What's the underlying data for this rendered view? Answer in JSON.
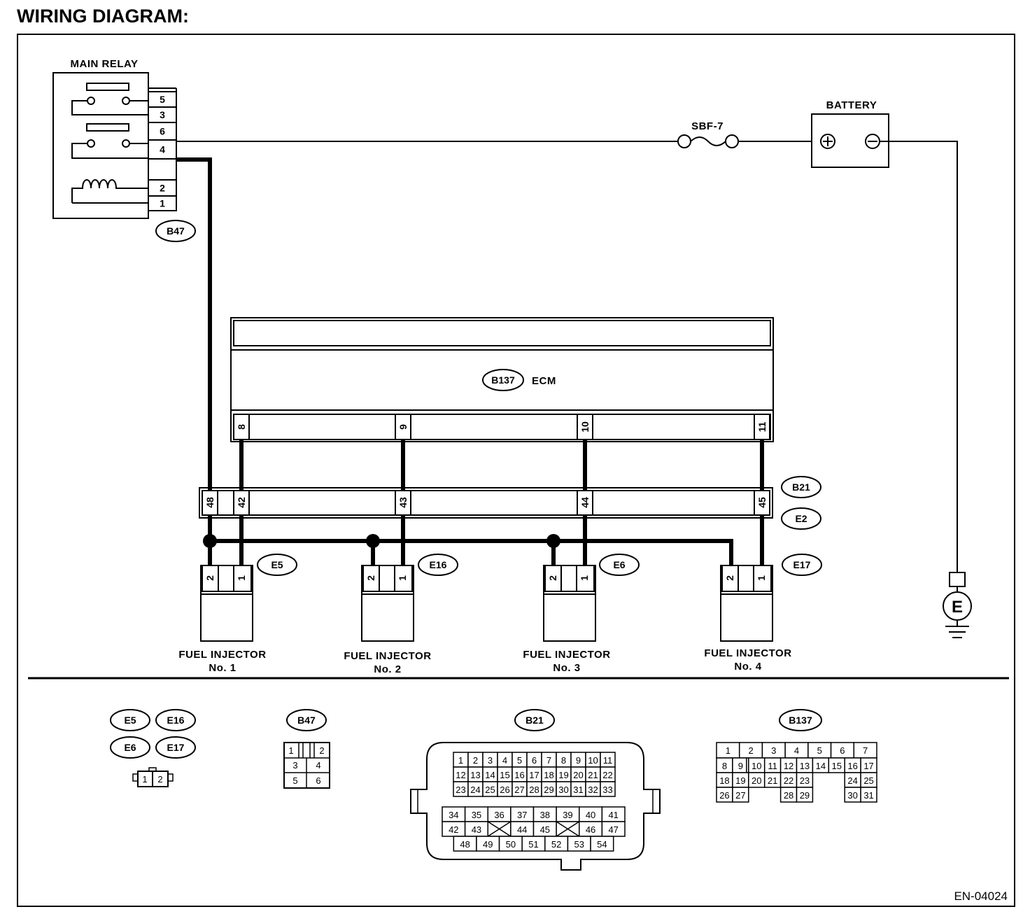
{
  "header": {
    "title": "WIRING DIAGRAM:"
  },
  "main_relay": {
    "label": "MAIN RELAY",
    "connector": "B47",
    "pins": [
      "5",
      "3",
      "6",
      "4",
      "",
      "2",
      "1"
    ]
  },
  "fuse": {
    "label": "SBF-7"
  },
  "battery": {
    "label": "BATTERY",
    "plus": "⊕",
    "minus": "⊖"
  },
  "ground": {
    "label": "E"
  },
  "ecm": {
    "connector": "B137",
    "label": "ECM",
    "pins": [
      "8",
      "9",
      "10",
      "11"
    ]
  },
  "joint_connector": {
    "upper": "B21",
    "lower": "E2",
    "pins": [
      "48",
      "42",
      "43",
      "44",
      "45"
    ]
  },
  "injectors": [
    {
      "label": "FUEL INJECTOR",
      "number": "No. 1",
      "connector": "E5",
      "pins": [
        "2",
        "1"
      ]
    },
    {
      "label": "FUEL INJECTOR",
      "number": "No. 2",
      "connector": "E16",
      "pins": [
        "2",
        "1"
      ]
    },
    {
      "label": "FUEL INJECTOR",
      "number": "No. 3",
      "connector": "E6",
      "pins": [
        "2",
        "1"
      ]
    },
    {
      "label": "FUEL INJECTOR",
      "number": "No. 4",
      "connector": "E17",
      "pins": [
        "2",
        "1"
      ]
    }
  ],
  "legend": {
    "injector_connectors": [
      "E5",
      "E16",
      "E6",
      "E17"
    ],
    "injector_pins": [
      "1",
      "2"
    ],
    "b47": {
      "name": "B47",
      "rows": [
        [
          "1",
          "2"
        ],
        [
          "3",
          "4"
        ],
        [
          "5",
          "6"
        ]
      ]
    },
    "b21": {
      "name": "B21",
      "rows_a": [
        [
          "1",
          "2",
          "3",
          "4",
          "5",
          "6",
          "7",
          "8",
          "9",
          "10",
          "11"
        ],
        [
          "12",
          "13",
          "14",
          "15",
          "16",
          "17",
          "18",
          "19",
          "20",
          "21",
          "22"
        ],
        [
          "23",
          "24",
          "25",
          "26",
          "27",
          "28",
          "29",
          "30",
          "31",
          "32",
          "33"
        ]
      ],
      "rows_b": [
        [
          "34",
          "35",
          "36",
          "37",
          "38",
          "39",
          "40",
          "41"
        ],
        [
          "42",
          "43",
          "",
          "44",
          "45",
          "",
          "46",
          "47"
        ],
        [
          "48",
          "49",
          "50",
          "51",
          "52",
          "53",
          "54"
        ]
      ]
    },
    "b137": {
      "name": "B137",
      "row1": [
        "1",
        "2",
        "3",
        "4",
        "5",
        "6",
        "7"
      ],
      "rows": [
        [
          "8",
          "9",
          "10",
          "11",
          "12",
          "13",
          "14",
          "15",
          "16",
          "17"
        ],
        [
          "18",
          "19",
          "20",
          "21",
          "22",
          "23",
          "",
          "",
          "24",
          "25"
        ],
        [
          "26",
          "27",
          "",
          "",
          "28",
          "29",
          "",
          "",
          "30",
          "31"
        ]
      ]
    }
  },
  "footer": {
    "code": "EN-04024"
  }
}
